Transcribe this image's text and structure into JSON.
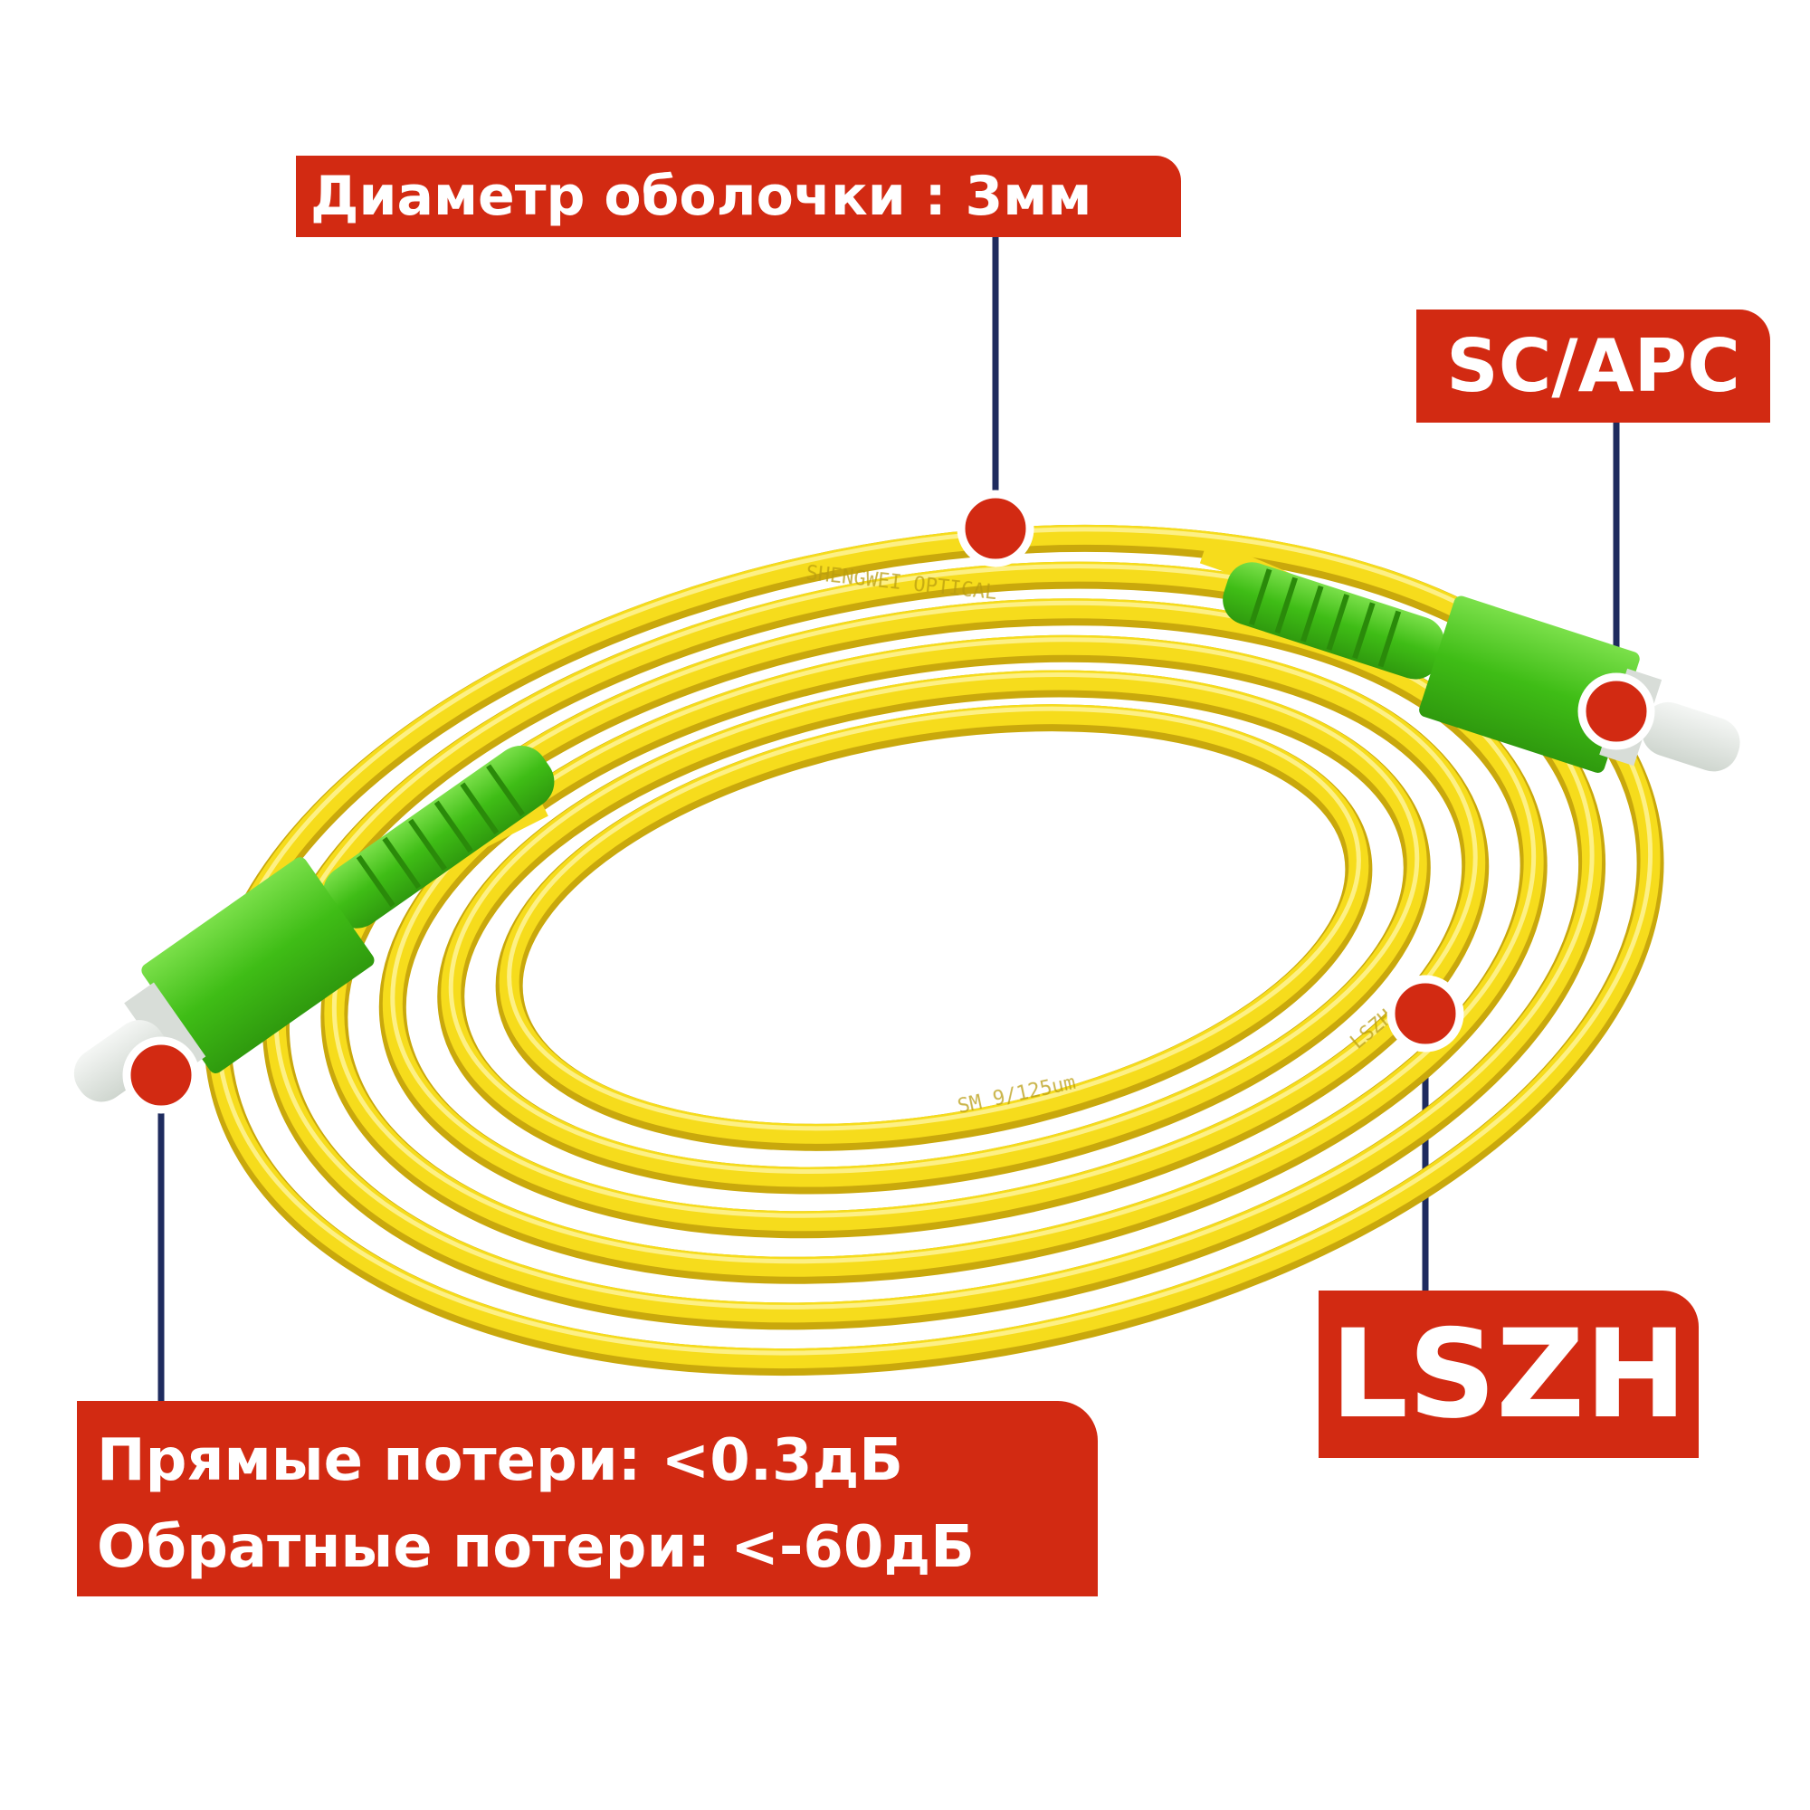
{
  "callouts": {
    "sheath_diameter": "Диаметр оболочки : 3мм",
    "connector_type": "SC/APC",
    "jacket_material": "LSZH",
    "insertion_loss": "Прямые потери: <0.3дБ",
    "return_loss": "Обратные потери: <-60дБ"
  },
  "cable_print_text": [
    "SHENGWEI OPTICAL",
    "SM 9/125um",
    "LSZH"
  ],
  "colors": {
    "callout_red": "#d22a12",
    "leader_navy": "#1e2b5e",
    "cable_yellow": "#f6dc1c",
    "connector_green": "#4ec81e",
    "background": "#ffffff"
  },
  "icons": {
    "marker": "red-dot-marker-icon",
    "product": "fiber-patch-cord-photo"
  }
}
